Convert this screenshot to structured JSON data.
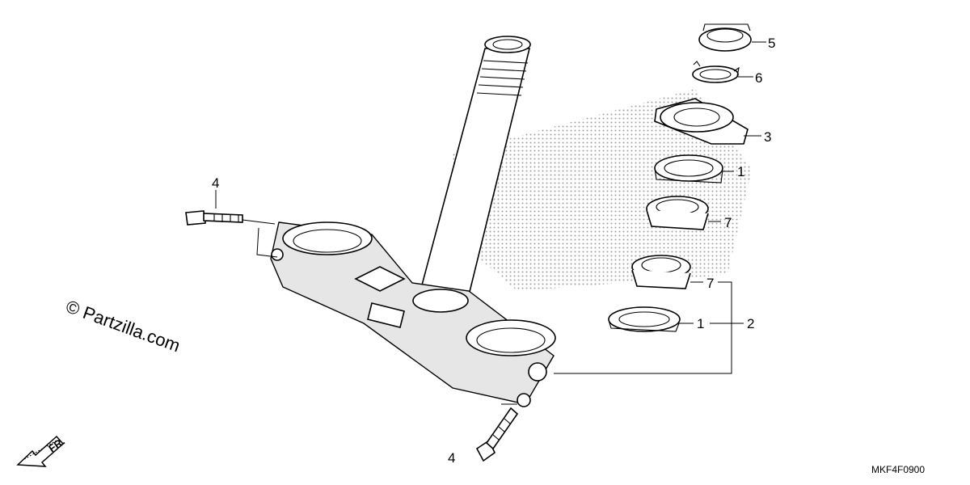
{
  "watermark": "© Partzilla.com",
  "diagram_code": "MKF4F0900",
  "front_marker": "FR.",
  "callouts": {
    "c5": "5",
    "c6": "6",
    "c3": "3",
    "c1a": "1",
    "c7a": "7",
    "c7b": "7",
    "c1b": "1",
    "c2": "2",
    "c4a": "4",
    "c4b": "4"
  }
}
